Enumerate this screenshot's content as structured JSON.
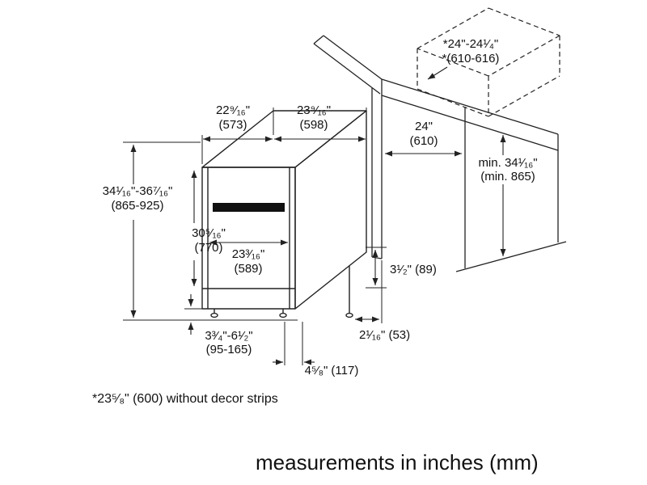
{
  "caption": "measurements in inches (mm)",
  "footnote": "*23⁵⁄₈\" (600) without decor strips",
  "colors": {
    "line": "#222222",
    "handle": "#111111",
    "background": "#ffffff"
  },
  "dims": {
    "top_depth": {
      "l1": "22⁹⁄₁₆\"",
      "l2": "(573)"
    },
    "top_width": {
      "l1": "23⁹⁄₁₆\"",
      "l2": "(598)"
    },
    "cabinet_depth": {
      "l1": "24\"",
      "l2": "(610)"
    },
    "opening_width": {
      "l1": "*24\"-24¹⁄₄\"",
      "l2": "*(610-616)"
    },
    "opening_height": {
      "l1": "min. 34¹⁄₁₆\"",
      "l2": "(min. 865)"
    },
    "overall_height": {
      "l1": "34¹⁄₁₆\"-36⁷⁄₁₆\"",
      "l2": "(865-925)"
    },
    "door_height": {
      "l1": "30⁵⁄₁₆\"",
      "l2": "(770)"
    },
    "front_width": {
      "l1": "23³⁄₁₆\"",
      "l2": "(589)"
    },
    "toe_height": {
      "l1": "3¹⁄₂\" (89)"
    },
    "leg_range": {
      "l1": "3³⁄₄\"-6¹⁄₂\"",
      "l2": "(95-165)"
    },
    "side_gap": {
      "l1": "2¹⁄₁₆\" (53)"
    },
    "toe_depth": {
      "l1": "4⁵⁄₈\" (117)"
    }
  }
}
